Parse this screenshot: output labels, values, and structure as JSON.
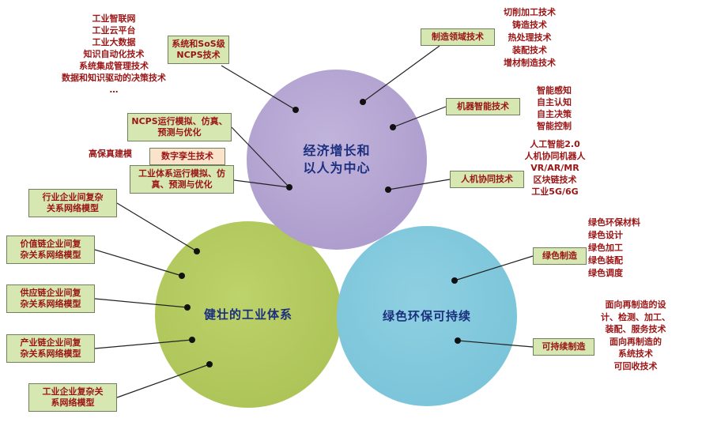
{
  "circles": {
    "top": {
      "label": "经济增长和\n以人为中心"
    },
    "left": {
      "label": "健壮的工业体系"
    },
    "right": {
      "label": "绿色环保可持续"
    }
  },
  "boxes": {
    "sos_cps": "系统和SoS级\nNCPS技术",
    "manufacturing_domain": "制造领域技术",
    "machine_intelligence": "机器智能技术",
    "human_machine_collab": "人机协同技术",
    "ncps_simulation": "NCPS运行模拟、仿真、\n预测与优化",
    "high_fidelity_modeling": "高保真建模",
    "digital_twin": "数字孪生技术",
    "industry_system_simulation": "工业体系运行模拟、仿\n真、预测与优化",
    "industry_network_model": "行业企业间复杂\n关系网络模型",
    "value_chain_model": "价值链企业间复\n杂关系网络模型",
    "supply_chain_model": "供应链企业间复\n杂关系网络模型",
    "industrial_chain_model": "产业链企业间复\n杂关系网络模型",
    "enterprise_network_model": "工业企业复杂关\n系网络模型",
    "green_manufacturing": "绿色制造",
    "sustainable_manufacturing": "可持续制造"
  },
  "lists": {
    "top_left": [
      "工业智联网",
      "工业云平台",
      "工业大数据",
      "知识自动化技术",
      "系统集成管理技术",
      "数据和知识驱动的决策技术",
      "…"
    ],
    "machining": [
      "切削加工技术",
      "铸造技术",
      "热处理技术",
      "装配技术",
      "增材制造技术"
    ],
    "intelligence": [
      "智能感知",
      "自主认知",
      "自主决策",
      "智能控制"
    ],
    "ai_tech": [
      "人工智能2.0",
      "人机协同机器人",
      "VR/AR/MR",
      "区块链技术",
      "工业5G/6G"
    ],
    "green_tech": [
      "绿色环保材料",
      "绿色设计",
      "绿色加工",
      "绿色装配",
      "绿色调度"
    ],
    "remanufacturing": [
      "面向再制造的设\n计、检测、加工、\n装配、服务技术",
      "面向再制造的\n系统技术",
      "可回收技术"
    ]
  },
  "colors": {
    "circle_top": "#ab9ccd",
    "circle_left": "#b2c95e",
    "circle_right": "#80c8dc",
    "label_box_bg": "#d6e7b2",
    "digital_twin_box_bg": "#f9e4cb",
    "accent_text": "#9a1515",
    "circle_label_text": "#1b2f7e"
  }
}
